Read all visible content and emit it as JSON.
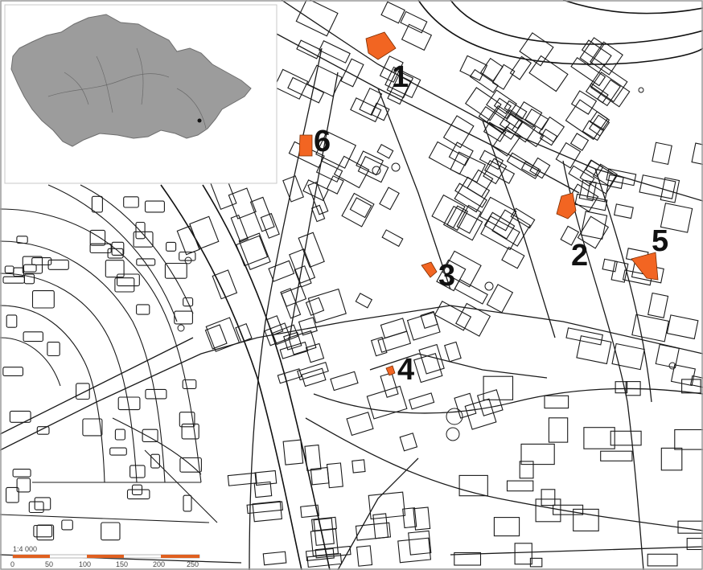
{
  "map": {
    "sites": [
      {
        "label": "1"
      },
      {
        "label": "2"
      },
      {
        "label": "3"
      },
      {
        "label": "4"
      },
      {
        "label": "5"
      },
      {
        "label": "6"
      }
    ],
    "site_color": "#F26522",
    "inset": {
      "fill": "#9c9c9c"
    },
    "scale_bar": {
      "ratio": "1:4 000",
      "ticks": [
        "0",
        "50",
        "100",
        "150",
        "200",
        "250"
      ],
      "bar_color": "#E06020"
    }
  }
}
